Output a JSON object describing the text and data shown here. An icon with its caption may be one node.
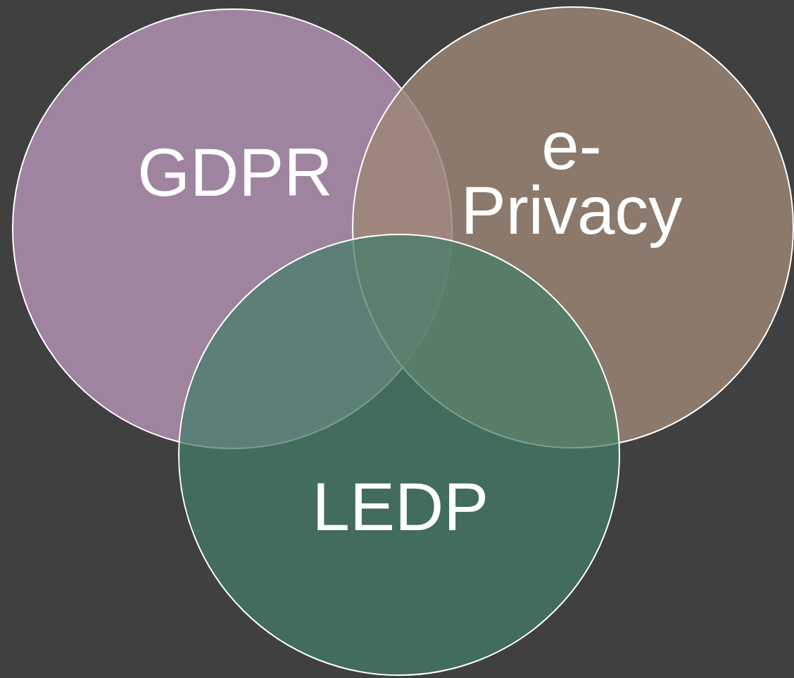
{
  "diagram": {
    "nodes": [
      {
        "text": [
          "GDPR"
        ]
      },
      {
        "text": [
          "e-Privacy"
        ]
      },
      {
        "text": [
          "LEDP"
        ]
      }
    ]
  }
}
